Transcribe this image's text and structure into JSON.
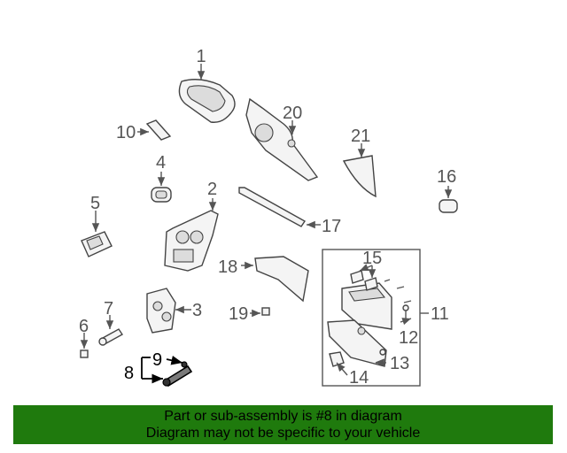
{
  "callouts": {
    "c1": "1",
    "c2": "2",
    "c3": "3",
    "c4": "4",
    "c5": "5",
    "c6": "6",
    "c7": "7",
    "c8": "8",
    "c9": "9",
    "c10": "10",
    "c11": "11",
    "c12": "12",
    "c13": "13",
    "c14": "14",
    "c15": "15",
    "c16": "16",
    "c17": "17",
    "c18": "18",
    "c19": "19",
    "c20": "20",
    "c21": "21"
  },
  "highlighted_part": "8",
  "banner": {
    "line1": "Part or sub-assembly is #8 in diagram",
    "line2": "Diagram may not be specific to your vehicle"
  },
  "colors": {
    "banner_bg": "#1f7a0d",
    "callout_text": "#555555",
    "highlight_text": "#000000"
  }
}
